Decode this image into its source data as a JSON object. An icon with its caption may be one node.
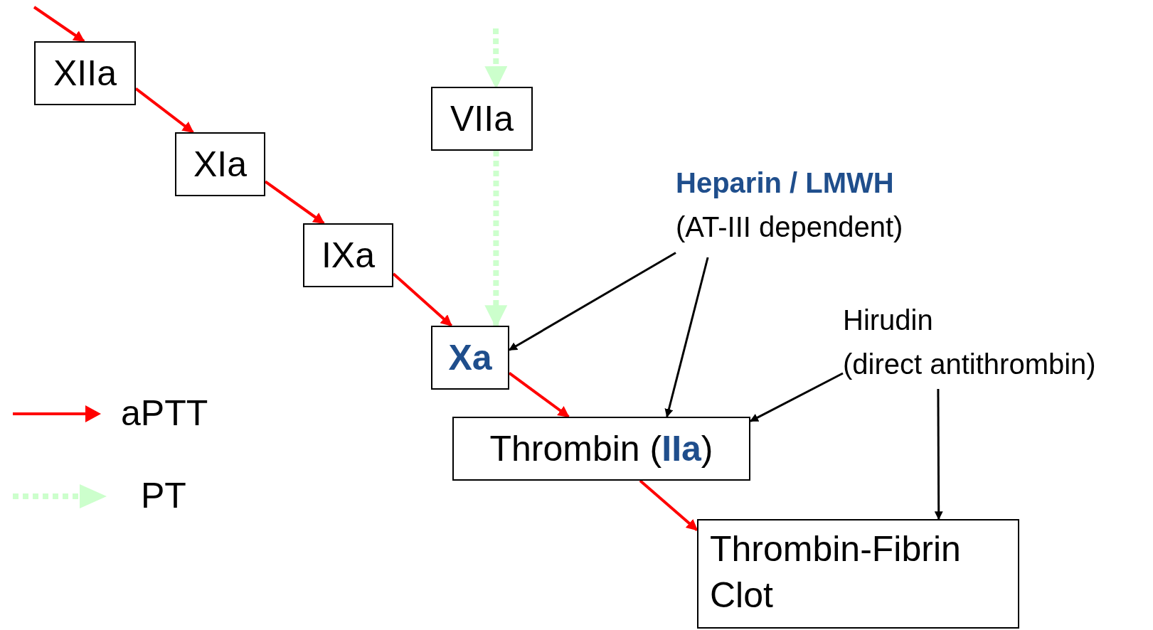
{
  "diagram": {
    "nodes": [
      {
        "text": [
          "XIIa"
        ]
      },
      {
        "text": [
          "XIa"
        ]
      },
      {
        "text": [
          "IXa"
        ]
      },
      {
        "text": [
          "VIIa"
        ]
      },
      {
        "text": [
          "Xa"
        ]
      },
      {
        "text": [
          "Thrombin (**IIa**)"
        ]
      },
      {
        "text": [
          "Thrombin-Fibrin Clot"
        ]
      },
      {
        "text": [
          "Heparin / LMWH",
          "(AT-III dependent)"
        ]
      },
      {
        "text": [
          "Hirudin",
          "(direct antithrombin)"
        ]
      }
    ],
    "edges": [
      {
        "from": null,
        "to": 0,
        "arrow": "to"
      },
      {
        "from": 0,
        "to": 1,
        "arrow": "to"
      },
      {
        "from": 1,
        "to": 2,
        "arrow": "to"
      },
      {
        "from": 2,
        "to": 4,
        "arrow": "to"
      },
      {
        "from": null,
        "to": 3,
        "arrow": "to",
        "style": "dashed",
        "color": "#ccffcc"
      },
      {
        "from": 3,
        "to": 4,
        "arrow": "to",
        "style": "dashed",
        "color": "#ccffcc"
      },
      {
        "from": 4,
        "to": 5,
        "arrow": "to"
      },
      {
        "from": 5,
        "to": 6,
        "arrow": "to"
      },
      {
        "from": 7,
        "to": 4,
        "arrow": "to",
        "color": "#000000"
      },
      {
        "from": 7,
        "to": 5,
        "arrow": "to",
        "color": "#000000"
      },
      {
        "from": 8,
        "to": 5,
        "arrow": "to",
        "color": "#000000"
      },
      {
        "from": 8,
        "to": 6,
        "arrow": "to",
        "color": "#000000"
      }
    ],
    "legend": [
      {
        "text": "aPTT"
      },
      {
        "text": "PT"
      }
    ]
  }
}
